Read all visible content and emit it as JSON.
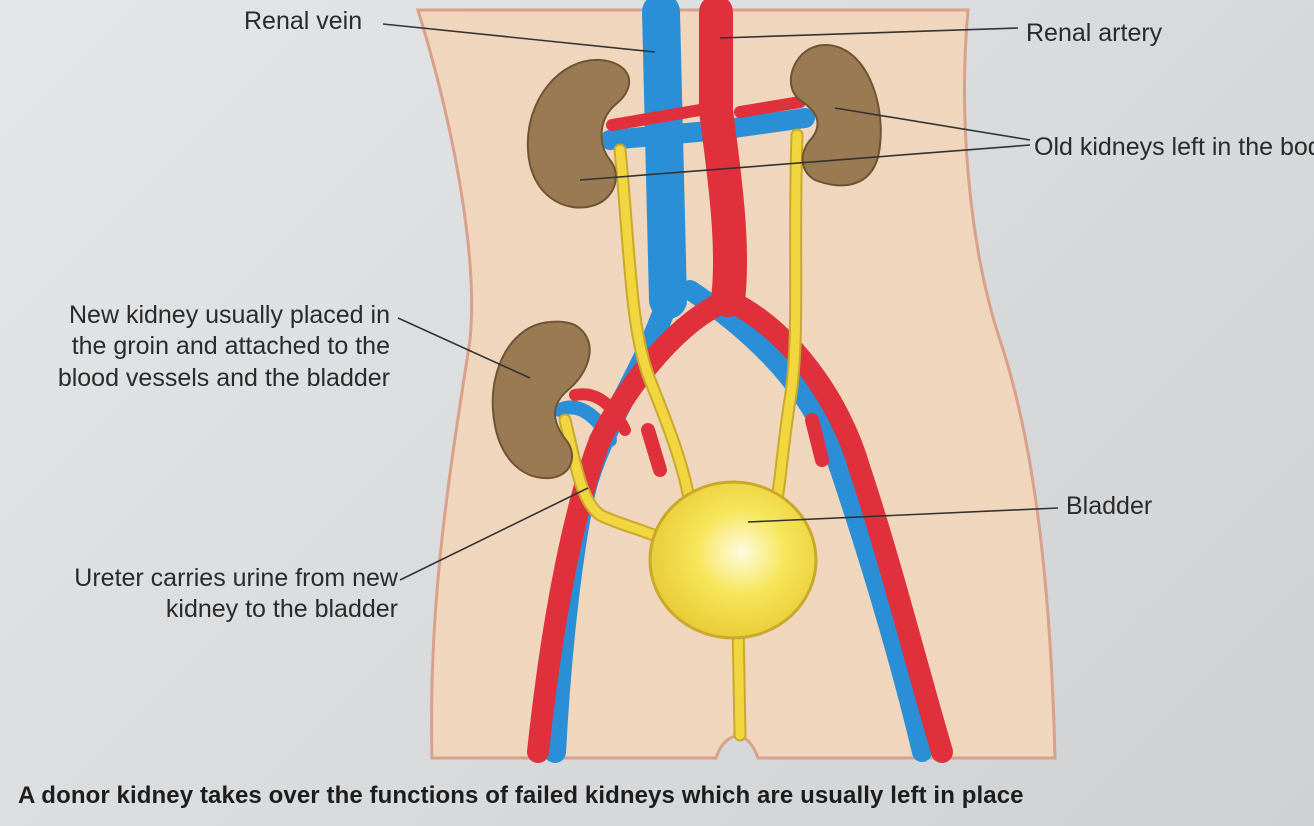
{
  "labels": {
    "renal_vein": "Renal vein",
    "renal_artery": "Renal artery",
    "old_kidneys": "Old kidneys left in the bod",
    "new_kidney_line1": "New kidney usually placed in",
    "new_kidney_line2": "the groin and attached to the",
    "new_kidney_line3": "blood vessels and the bladder",
    "ureter_line1": "Ureter carries urine from new",
    "ureter_line2": "kidney to the bladder",
    "bladder": "Bladder"
  },
  "caption": "A donor kidney takes over the functions of failed kidneys which are usually left in place",
  "colors": {
    "skin": "#f0d6bc",
    "vein": "#2b8fd8",
    "artery": "#e0303c",
    "ureter": "#f2d640",
    "kidney": "#9a7a52",
    "bladder": "#f4e04a"
  }
}
